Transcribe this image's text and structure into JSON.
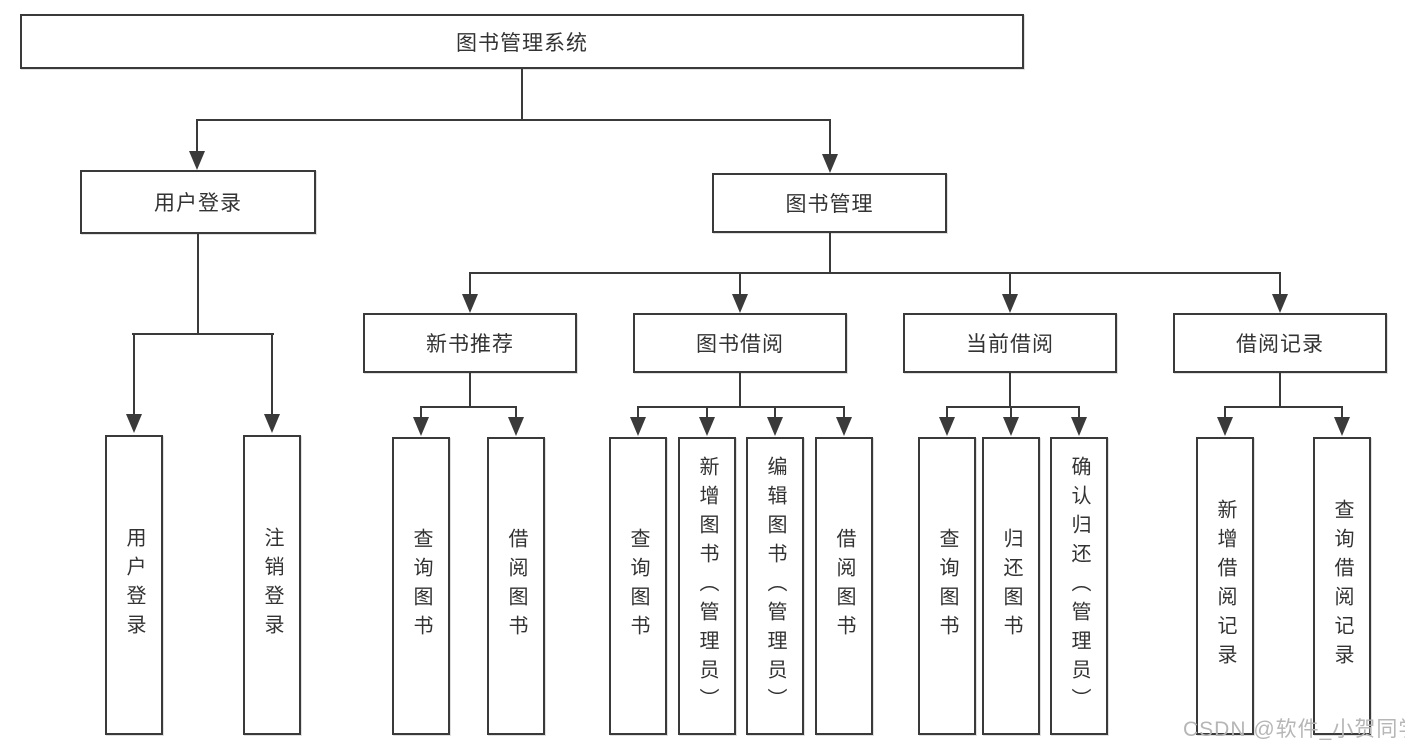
{
  "diagram": {
    "root": {
      "label": "图书管理系统"
    },
    "user_login": {
      "label": "用户登录",
      "children": [
        "用户登录",
        "注销登录"
      ]
    },
    "book_management": {
      "label": "图书管理",
      "sections": [
        {
          "label": "新书推荐",
          "children": [
            "查询图书",
            "借阅图书"
          ]
        },
        {
          "label": "图书借阅",
          "children": [
            "查询图书",
            "新增图书（管理员）",
            "编辑图书（管理员）",
            "借阅图书"
          ]
        },
        {
          "label": "当前借阅",
          "children": [
            "查询图书",
            "归还图书",
            "确认归还（管理员）"
          ]
        },
        {
          "label": "借阅记录",
          "children": [
            "新增借阅记录",
            "查询借阅记录"
          ]
        }
      ]
    }
  },
  "watermark": "CSDN @软件_小贺同学",
  "colors": {
    "line": "#3a3a3a",
    "text": "#333333",
    "watermark": "#b6b6b6",
    "background": "#ffffff"
  }
}
